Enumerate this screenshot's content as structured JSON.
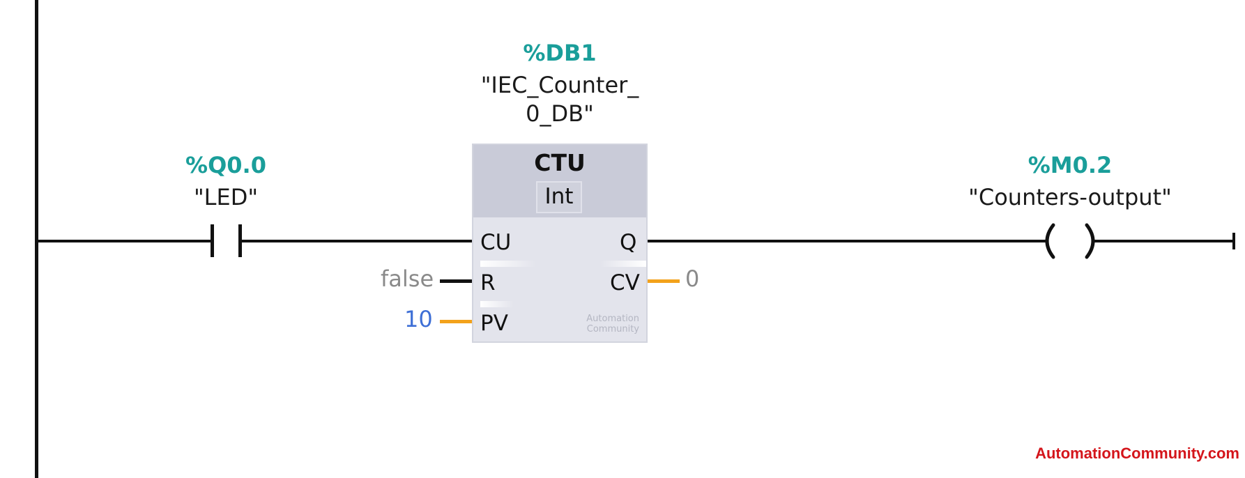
{
  "contact": {
    "address": "%Q0.0",
    "symbol": "\"LED\""
  },
  "counter": {
    "instance_address": "%DB1",
    "instance_symbol_line1": "\"IEC_Counter_",
    "instance_symbol_line2": "0_DB\"",
    "type": "CTU",
    "data_type": "Int",
    "pins": {
      "cu": "CU",
      "r": "R",
      "pv": "PV",
      "q": "Q",
      "cv": "CV"
    },
    "r_value": "false",
    "pv_value": "10",
    "cv_value": "0",
    "watermark_line1": "Automation",
    "watermark_line2": "Community"
  },
  "coil": {
    "address": "%M0.2",
    "symbol": "\"Counters-output\""
  },
  "brand": "AutomationCommunity.com",
  "colors": {
    "address": "#1a9e9a",
    "wire": "#111111",
    "analog_wire": "#f3a21b",
    "false": "#8a8a8a",
    "constant": "#3e6fd6",
    "brand": "#d4151b"
  }
}
